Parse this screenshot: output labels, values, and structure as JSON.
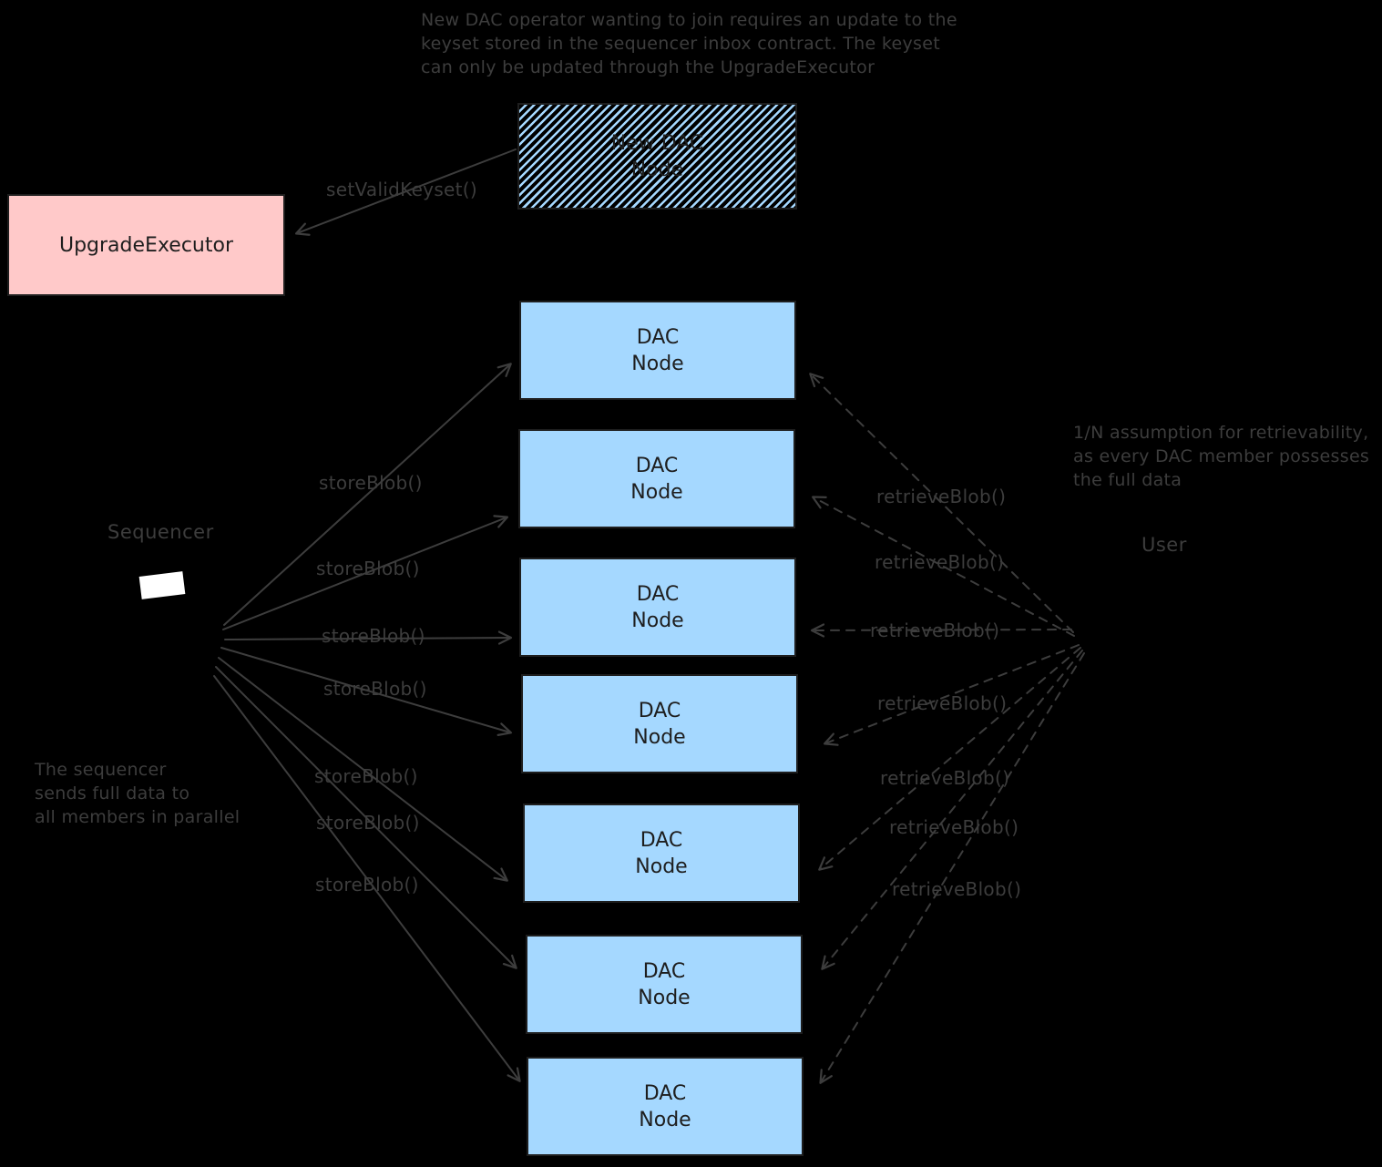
{
  "notes": {
    "top": [
      "New DAC operator wanting to join requires an update to the",
      "keyset stored in the sequencer inbox contract. The keyset",
      "can only be updated through the UpgradeExecutor"
    ],
    "left": [
      "The sequencer",
      "sends full data to",
      "all members in parallel"
    ],
    "right": [
      "1/N assumption for retrievability,",
      "as every DAC member possesses",
      "the full data"
    ]
  },
  "actors": {
    "sequencer": "Sequencer",
    "user": "User"
  },
  "arrow_labels": {
    "set_valid_keyset": "setValidKeyset()",
    "store_blob": "storeBlob()",
    "retrieve_blob": "retrieveBlob()"
  },
  "boxes": {
    "upgrade_executor": {
      "label": "UpgradeExecutor"
    },
    "new_dac_node": {
      "line1": "New DAC",
      "line2": "Node"
    },
    "dac_node": {
      "line1": "DAC",
      "line2": "Node",
      "count": 7
    }
  },
  "colors": {
    "background": "#000000",
    "ink_faint": "#3d3d3d",
    "box_ink": "#1e1e1e",
    "box_stroke": "#1e1e1e",
    "node_fill": "#a5d8ff",
    "executor_fill": "#ffc9c9",
    "hatch_stripe": "#a5d8ff",
    "sequencer_icon": "#ffffff"
  }
}
